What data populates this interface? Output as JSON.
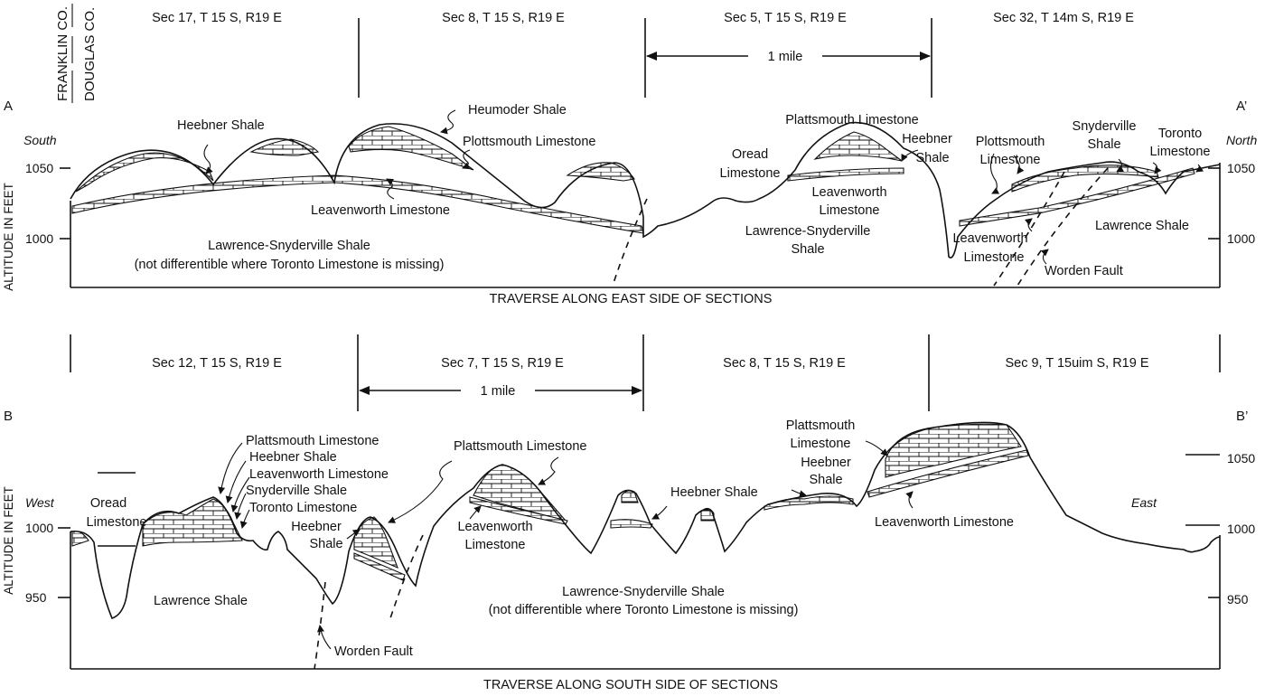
{
  "counties": {
    "north": "FRANKLIN CO.",
    "south": "DOUGLAS CO."
  },
  "panelA": {
    "left_label": "A",
    "right_label": "A’",
    "left_direction": "South",
    "right_direction": "North",
    "axis_label": "ALTITUDE IN FEET",
    "ticks": [
      "1050",
      "1000"
    ],
    "sections": [
      "Sec 17, T 15 S, R19 E",
      "Sec 8, T 15 S, R19 E",
      "Sec 5, T 15 S, R19 E",
      "Sec 32, T 14m S, R19 E"
    ],
    "scale_label": "1 mile",
    "labels": {
      "heebner_1": "Heebner Shale",
      "heumoder": "Heumoder Shale",
      "plottsmouth_1": "Plottsmouth Limestone",
      "leavenworth_1": "Leavenworth Limestone",
      "lawrence_l1": "Lawrence-Snyderville Shale",
      "lawrence_l2": "(not differentible where Toronto Limestone is missing)",
      "oread_l1": "Oread",
      "oread_l2": "Limestone",
      "plattsmouth": "Plattsmouth Limestone",
      "leav2_l1": "Leavenworth",
      "leav2_l2": "Limestone",
      "ls2_l1": "Lawrence-Snyderville",
      "ls2_l2": "Shale",
      "heebner2_l1": "Heebner",
      "heebner2_l2": "Shale",
      "plotts2_l1": "Plottsmouth",
      "plotts2_l2": "Limestone",
      "snyd_l1": "Snyderville",
      "snyd_l2": "Shale",
      "toronto_l1": "Toronto",
      "toronto_l2": "Limestone",
      "leav3_l1": "Leavenworth",
      "leav3_l2": "Limestone",
      "lawrence_shale": "Lawrence Shale",
      "worden": "Worden Fault"
    },
    "traverse": "TRAVERSE ALONG EAST SIDE OF SECTIONS"
  },
  "panelB": {
    "left_label": "B",
    "right_label": "B’",
    "left_direction": "West",
    "right_direction": "East",
    "axis_label": "ALTITUDE IN FEET",
    "ticks_left": [
      "1000",
      "950"
    ],
    "ticks_right": [
      "1050",
      "1000",
      "950"
    ],
    "sections": [
      "Sec 12, T 15 S, R19 E",
      "Sec 7, T 15 S, R19 E",
      "Sec 8, T 15 S, R19 E",
      "Sec 9, T 15uim S, R19 E"
    ],
    "scale_label": "1 mile",
    "labels": {
      "stack_plattsmouth": "Plattsmouth Limestone",
      "stack_heebner": "Heebner Shale",
      "stack_leavenworth": "Leavenworth Limestone",
      "stack_snyderville": "Snyderville Shale",
      "stack_toronto": "Toronto Limestone",
      "oread_l1": "Oread",
      "oread_l2": "Limestone",
      "heebner_l1": "Heebner",
      "heebner_l2": "Shale",
      "plattsmouth_mid": "Plattsmouth Limestone",
      "leav_l1": "Leavenworth",
      "leav_l2": "Limestone",
      "heebner_mid": "Heebner Shale",
      "platt_r_l1": "Plattsmouth",
      "platt_r_l2": "Limestone",
      "heeb_r_l1": "Heebner",
      "heeb_r_l2": "Shale",
      "leav_r": "Leavenworth Limestone",
      "lawrence_shale": "Lawrence Shale",
      "ls_l1": "Lawrence-Snyderville Shale",
      "ls_l2": "(not differentible where Toronto Limestone is missing)",
      "worden": "Worden Fault"
    },
    "traverse": "TRAVERSE ALONG SOUTH SIDE OF SECTIONS"
  }
}
